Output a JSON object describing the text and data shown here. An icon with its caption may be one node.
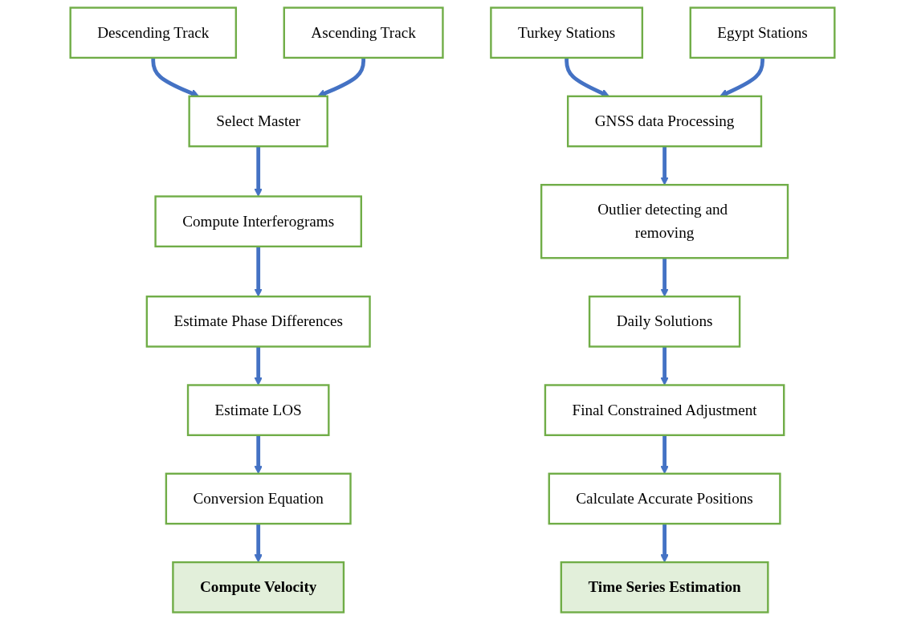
{
  "diagram": {
    "nodes": [
      {
        "text": [
          "Descending Track"
        ]
      },
      {
        "text": [
          "Ascending Track"
        ]
      },
      {
        "text": [
          "Select Master"
        ]
      },
      {
        "text": [
          "Compute Interferograms"
        ]
      },
      {
        "text": [
          "Estimate Phase Differences"
        ]
      },
      {
        "text": [
          "Estimate LOS"
        ]
      },
      {
        "text": [
          "Conversion Equation"
        ]
      },
      {
        "text": [
          "Compute Velocity"
        ]
      },
      {
        "text": [
          "Turkey Stations"
        ]
      },
      {
        "text": [
          "Egypt Stations"
        ]
      },
      {
        "text": [
          "GNSS data Processing"
        ]
      },
      {
        "text": [
          "Outlier detecting and removing"
        ]
      },
      {
        "text": [
          "Daily Solutions"
        ]
      },
      {
        "text": [
          "Final Constrained Adjustment"
        ]
      },
      {
        "text": [
          "Calculate Accurate Positions"
        ]
      },
      {
        "text": [
          "Time Series Estimation"
        ]
      }
    ],
    "edges": [
      {
        "from": 0,
        "to": 2,
        "arrow": "to"
      },
      {
        "from": 1,
        "to": 2,
        "arrow": "to"
      },
      {
        "from": 2,
        "to": 3,
        "arrow": "to"
      },
      {
        "from": 3,
        "to": 4,
        "arrow": "to"
      },
      {
        "from": 4,
        "to": 5,
        "arrow": "to"
      },
      {
        "from": 5,
        "to": 6,
        "arrow": "to"
      },
      {
        "from": 6,
        "to": 7,
        "arrow": "to"
      },
      {
        "from": 8,
        "to": 10,
        "arrow": "to"
      },
      {
        "from": 9,
        "to": 10,
        "arrow": "to"
      },
      {
        "from": 10,
        "to": 11,
        "arrow": "to"
      },
      {
        "from": 11,
        "to": 12,
        "arrow": "to"
      },
      {
        "from": 12,
        "to": 13,
        "arrow": "to"
      },
      {
        "from": 13,
        "to": 14,
        "arrow": "to"
      },
      {
        "from": 14,
        "to": 15,
        "arrow": "to"
      }
    ]
  }
}
